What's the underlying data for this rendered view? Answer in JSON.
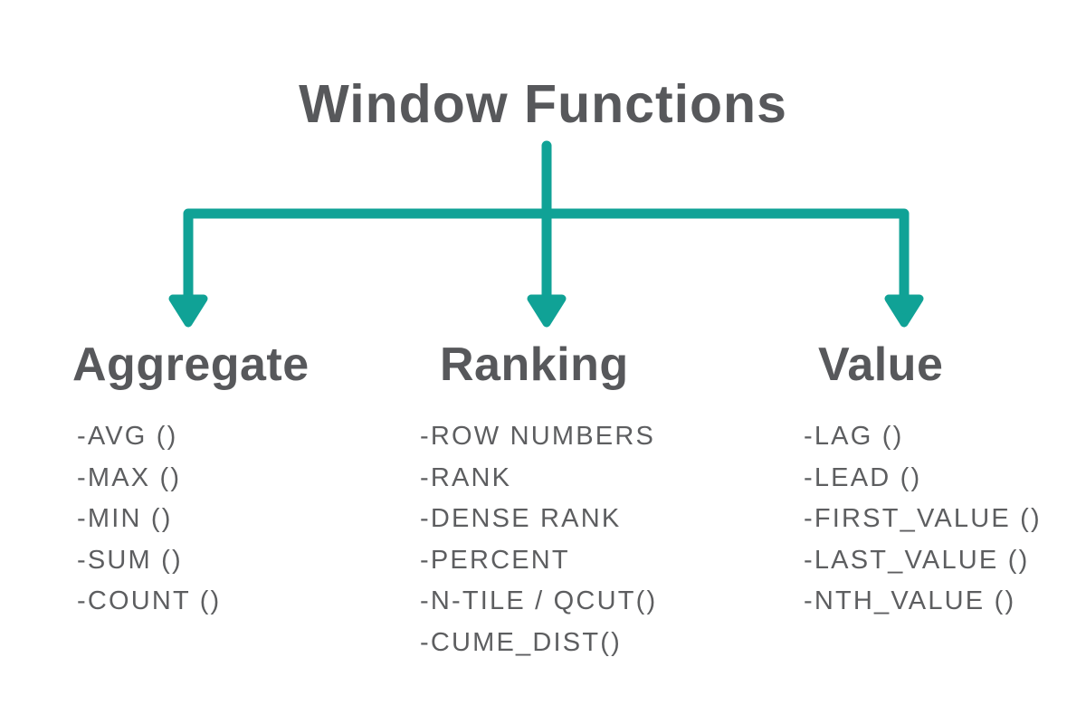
{
  "colors": {
    "accent": "#10a296",
    "heading": "#57585b",
    "body": "#5d5e60",
    "background": "#ffffff"
  },
  "diagram": {
    "title": "Window Functions",
    "branches": [
      {
        "label": "Aggregate",
        "items": [
          "-AVG ()",
          "-MAX ()",
          "-MIN ()",
          "-SUM ()",
          "-COUNT ()"
        ]
      },
      {
        "label": "Ranking",
        "items": [
          "-ROW NUMBERS",
          "-RANK",
          "-DENSE RANK",
          "-PERCENT",
          "-N-TILE / QCUT()",
          "-CUME_DIST()"
        ]
      },
      {
        "label": "Value",
        "items": [
          "-LAG ()",
          "-LEAD ()",
          "-FIRST_VALUE ()",
          "-LAST_VALUE ()",
          "-NTH_VALUE ()"
        ]
      }
    ]
  }
}
